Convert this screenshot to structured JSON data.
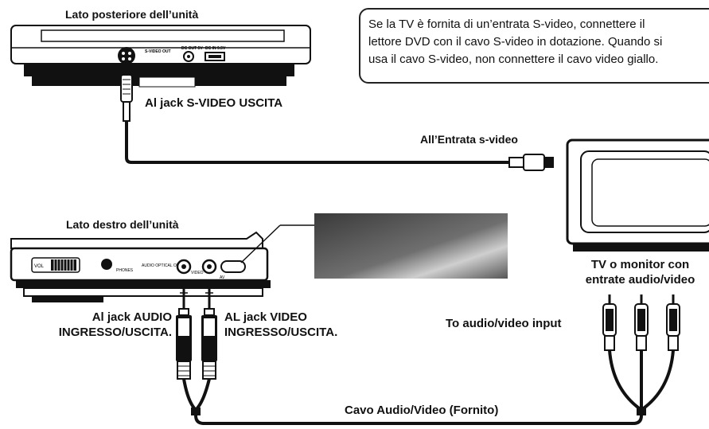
{
  "labels": {
    "rear_side": "Lato posteriore dell’unità",
    "svideo_jack": "Al jack S-VIDEO USCITA",
    "svideo_input": "All’Entrata s-video",
    "right_side": "Lato destro dell’unità",
    "tv_line1": "TV o monitor con",
    "tv_line2": "entrate audio/video",
    "audio_jack_line1": "Al jack AUDIO",
    "audio_jack_line2": "INGRESSO/USCITA.",
    "video_jack_line1": "AL jack VIDEO",
    "video_jack_line2": "INGRESSO/USCITA.",
    "av_input": "To audio/video input",
    "cable": "Cavo Audio/Video (Fornito)"
  },
  "note": {
    "line1": "Se la TV è fornita di un’entrata S-video, connettere il",
    "line2": "lettore DVD con il cavo S-video in dotazione. Quando si",
    "line3": "usa il cavo S-video, non connettere il cavo video giallo."
  },
  "panel_labels": {
    "svideo_out": "S-VIDEO OUT",
    "dc_out": "DC OUT 5V",
    "dc_in": "DC IN 9.5V",
    "vol": "VOL",
    "phones": "PHONES",
    "audio_optical": "AUDIO OPTICAL OUT",
    "video": "VIDEO",
    "av": "AV"
  }
}
